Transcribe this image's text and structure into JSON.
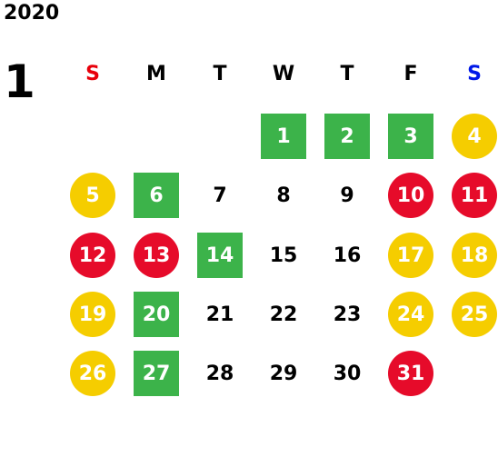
{
  "calendar": {
    "year": "2020",
    "month": "1",
    "weekdays": [
      {
        "label": "S",
        "color": "#e8000b"
      },
      {
        "label": "M",
        "color": "#000000"
      },
      {
        "label": "T",
        "color": "#000000"
      },
      {
        "label": "W",
        "color": "#000000"
      },
      {
        "label": "T",
        "color": "#000000"
      },
      {
        "label": "F",
        "color": "#000000"
      },
      {
        "label": "S",
        "color": "#0018e8"
      }
    ],
    "first_weekday_index": 3,
    "days": [
      {
        "day": "1",
        "mark": "green"
      },
      {
        "day": "2",
        "mark": "green"
      },
      {
        "day": "3",
        "mark": "green"
      },
      {
        "day": "4",
        "mark": "yellow"
      },
      {
        "day": "5",
        "mark": "yellow"
      },
      {
        "day": "6",
        "mark": "green"
      },
      {
        "day": "7",
        "mark": "none"
      },
      {
        "day": "8",
        "mark": "none"
      },
      {
        "day": "9",
        "mark": "none"
      },
      {
        "day": "10",
        "mark": "red"
      },
      {
        "day": "11",
        "mark": "red"
      },
      {
        "day": "12",
        "mark": "red"
      },
      {
        "day": "13",
        "mark": "red"
      },
      {
        "day": "14",
        "mark": "green"
      },
      {
        "day": "15",
        "mark": "none"
      },
      {
        "day": "16",
        "mark": "none"
      },
      {
        "day": "17",
        "mark": "yellow"
      },
      {
        "day": "18",
        "mark": "yellow"
      },
      {
        "day": "19",
        "mark": "yellow"
      },
      {
        "day": "20",
        "mark": "green"
      },
      {
        "day": "21",
        "mark": "none"
      },
      {
        "day": "22",
        "mark": "none"
      },
      {
        "day": "23",
        "mark": "none"
      },
      {
        "day": "24",
        "mark": "yellow"
      },
      {
        "day": "25",
        "mark": "yellow"
      },
      {
        "day": "26",
        "mark": "yellow"
      },
      {
        "day": "27",
        "mark": "green"
      },
      {
        "day": "28",
        "mark": "none"
      },
      {
        "day": "29",
        "mark": "none"
      },
      {
        "day": "30",
        "mark": "none"
      },
      {
        "day": "31",
        "mark": "red"
      }
    ],
    "colors": {
      "green": "#3cb34a",
      "yellow": "#f5cd00",
      "red": "#e60b2a"
    }
  }
}
